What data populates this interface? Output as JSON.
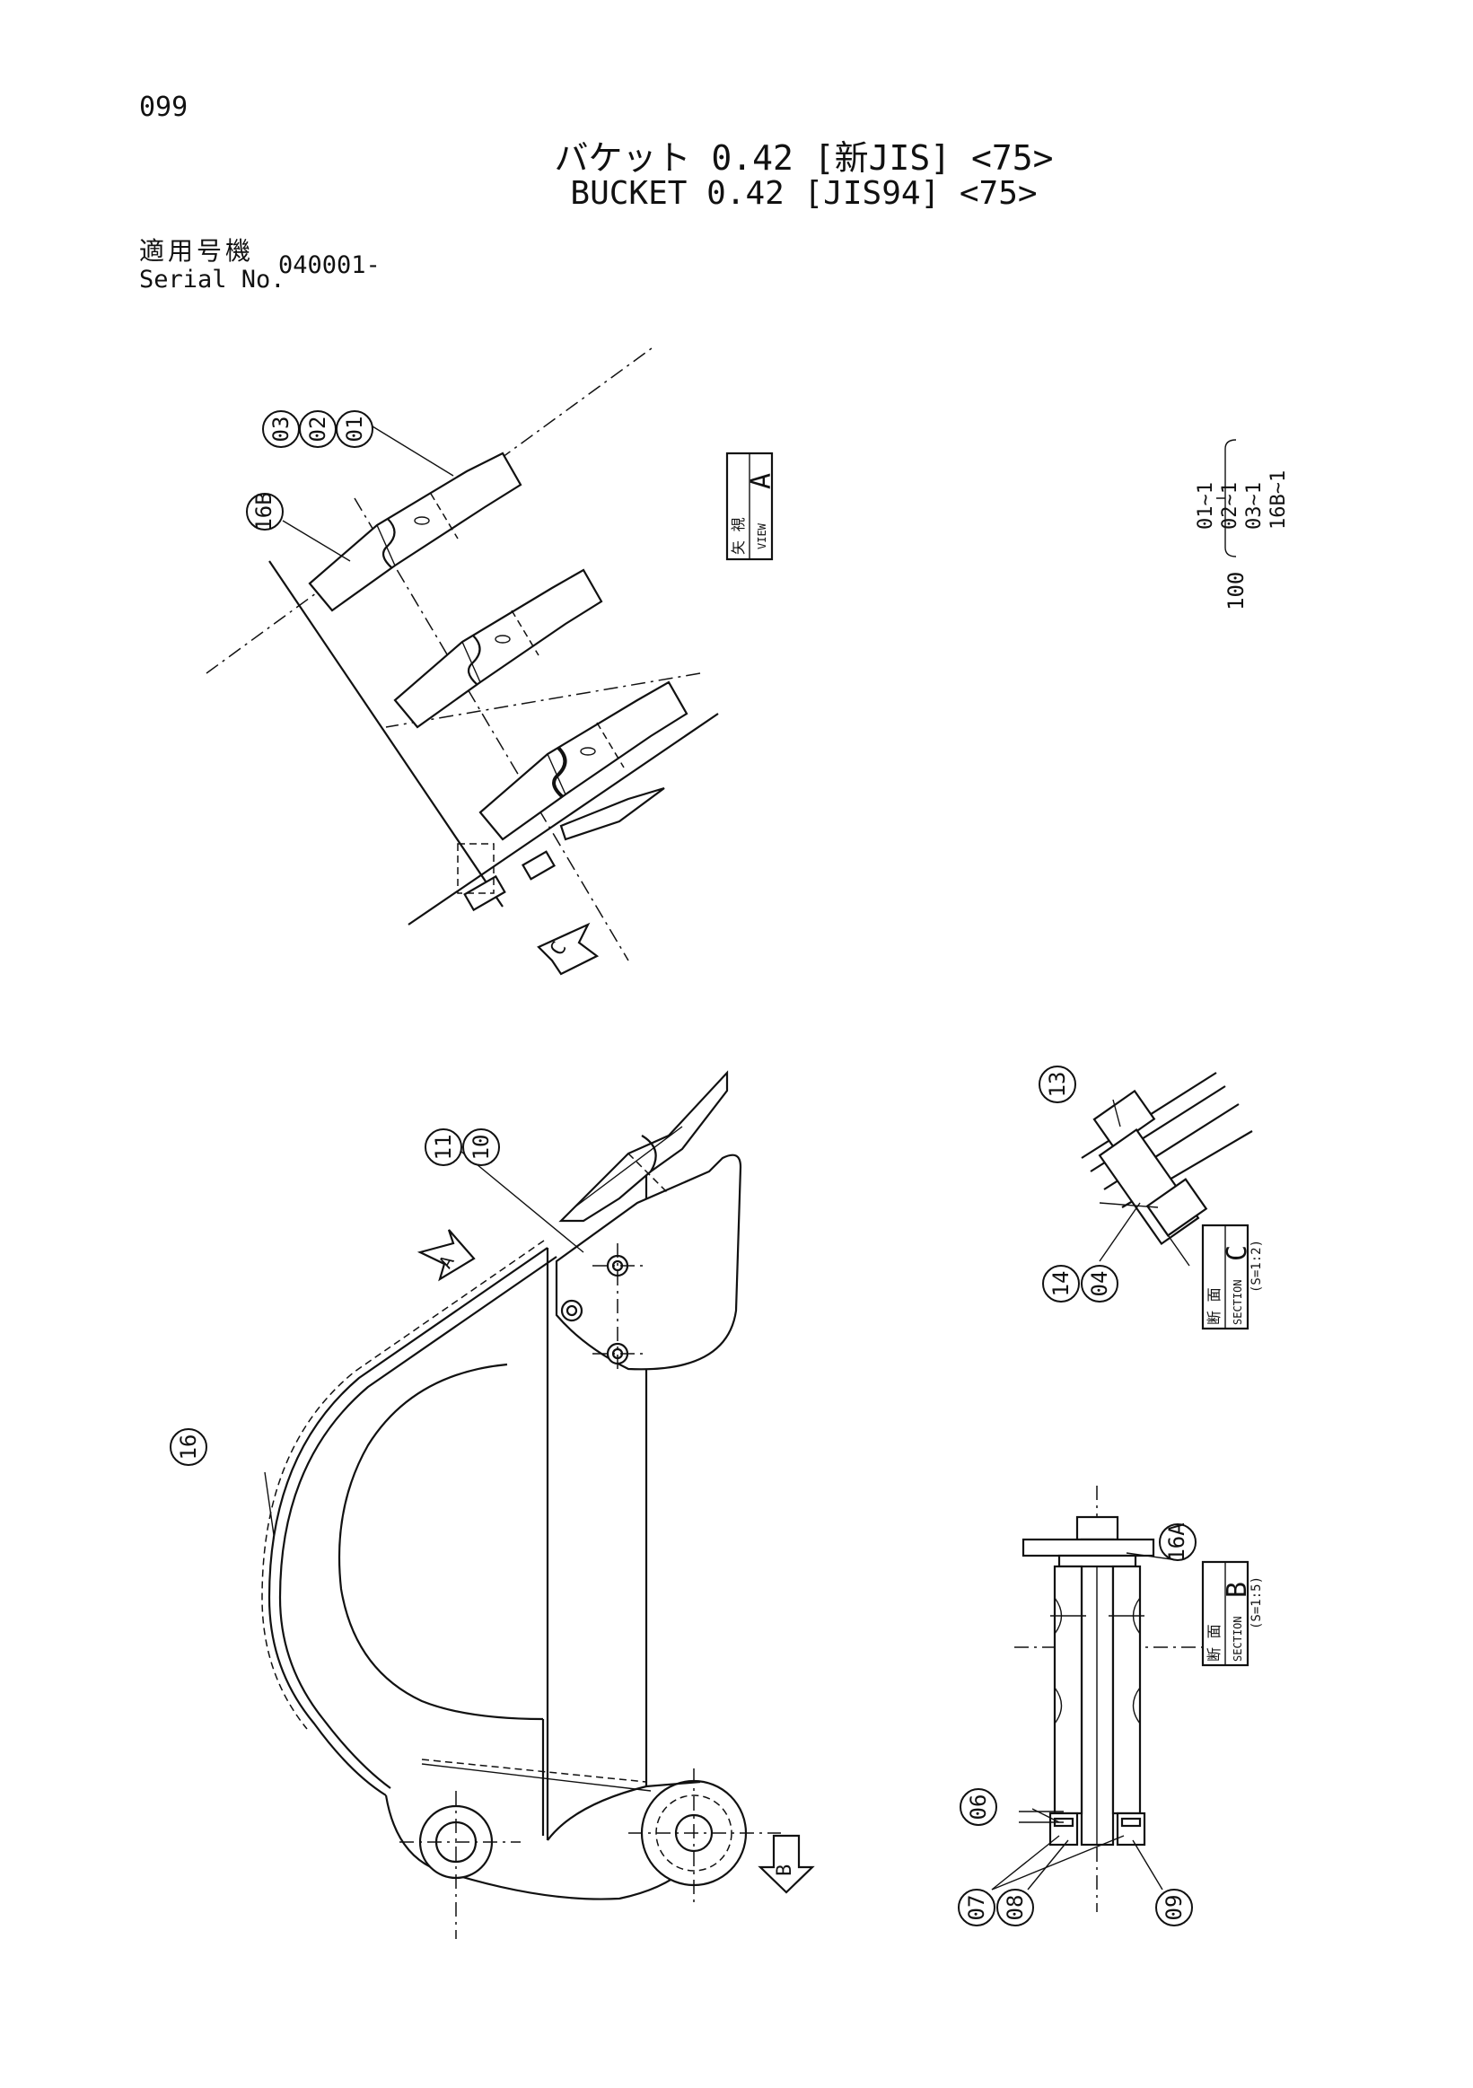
{
  "page": {
    "number": "099",
    "title_jp": "バケット 0.42 [新JIS] <75>",
    "title_en": "BUCKET 0.42 [JIS94] <75>"
  },
  "serial": {
    "label_jp": "適用号機",
    "label_en": "Serial No.",
    "value": "040001-"
  },
  "assembly": {
    "number": "100",
    "items": [
      "01~1",
      "02~1",
      "03~1",
      "16B~1"
    ]
  },
  "callouts": [
    "01",
    "02",
    "03",
    "16B",
    "11",
    "10",
    "16",
    "13",
    "14",
    "04",
    "16A",
    "06",
    "07",
    "08",
    "09"
  ],
  "view_labels": {
    "view_a": {
      "jp": "矢 視",
      "en": "VIEW",
      "letter": "A"
    },
    "section_c": {
      "jp": "断 面",
      "en": "SECTION",
      "letter": "C",
      "scale": "(S=1:2)"
    },
    "section_b": {
      "jp": "断 面",
      "en": "SECTION",
      "letter": "B",
      "scale": "(S=1:5)"
    }
  },
  "arrows": {
    "a": "A",
    "b": "B",
    "c": "C"
  }
}
